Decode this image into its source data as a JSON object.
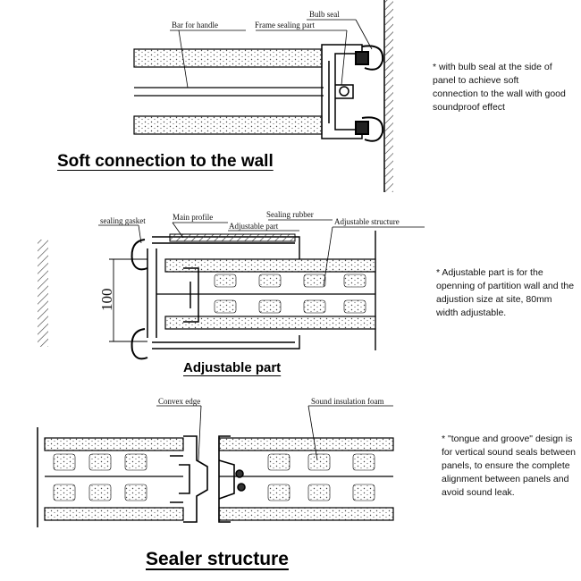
{
  "sections": [
    {
      "heading": "Soft connection to the wall",
      "labels": {
        "bar_for_handle": "Bar for handle",
        "frame_sealing_part": "Frame sealing part",
        "bulb_seal": "Bulb seal"
      },
      "note": "* with bulb seal at the side of panel to achieve soft connection to the wall with good soundproof effect"
    },
    {
      "heading": "Adjustable part",
      "labels": {
        "sealing_gasket": "sealing gasket",
        "main_profile": "Main profile",
        "sealing_rubber": "Sealing rubber",
        "adjustable_part": "Adjustable part",
        "adjustable_structure": "Adjustable structure",
        "dimension": "100"
      },
      "note": "* Adjustable part is for the openning of partition wall and the adjustion size at site, 80mm width adjustable."
    },
    {
      "heading": "Sealer structure",
      "labels": {
        "convex_edge": "Convex edge",
        "sound_insulation_foam": "Sound insulation foam"
      },
      "note": "* \"tongue and groove\" design is for vertical sound seals between panels, to ensure the complete alignment between panels and avoid sound leak."
    }
  ]
}
